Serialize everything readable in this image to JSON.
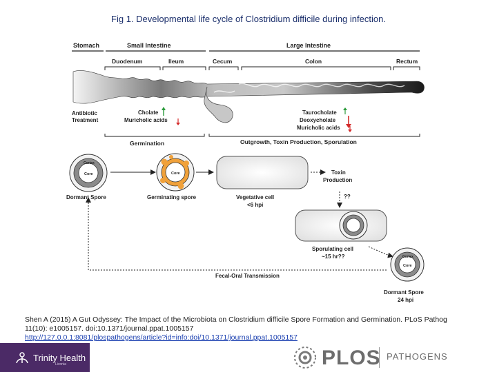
{
  "title": "Fig 1. Developmental life cycle of Clostridium difficile during infection.",
  "regions": {
    "stomach": "Stomach",
    "small_intestine": "Small Intestine",
    "large_intestine": "Large Intestine",
    "duodenum": "Duodenum",
    "ileum": "Ileum",
    "cecum": "Cecum",
    "colon": "Colon",
    "rectum": "Rectum"
  },
  "factors": {
    "antibiotic_line1": "Antibiotic",
    "antibiotic_line2": "Treatment",
    "cholate": "Cholate",
    "muricholic_small": "Muricholic acids",
    "taurocholate": "Taurocholate",
    "deoxycholate": "Deoxycholate",
    "muricholic_large": "Muricholic acids"
  },
  "stages": {
    "germination": "Germination",
    "outgrowth": "Outgrowth, Toxin Production, Sporulation"
  },
  "cells": {
    "cortex": "Cortex",
    "core": "Core",
    "dormant_spore": "Dormant Spore",
    "germinating_spore": "Germinating spore",
    "vegetative_line1": "Vegetative cell",
    "vegetative_line2": "<6 hpi",
    "toxin_line1": "Toxin",
    "toxin_line2": "Production",
    "unknown": "??",
    "sporulating_line1": "Sporulating cell",
    "sporulating_line2": "~15 hr??",
    "fecal_oral": "Fecal-Oral Transmission",
    "final_spore_line1": "Dormant Spore",
    "final_spore_line2": "24 hpi"
  },
  "caption": {
    "citation_line1": "Shen A (2015) A Gut Odyssey: The Impact of the Microbiota on Clostridium difficile Spore Formation and Germination. PLoS Pathog",
    "citation_line2": "11(10): e1005157. doi:10.1371/journal.ppat.1005157",
    "link": "http://127.0.0.1:8081/plospathogens/article?id=info:doi/10.1371/journal.ppat.1005157"
  },
  "footer": {
    "brand": "Trinity Health",
    "brand_sub": "Livonia",
    "plos": "PLOS",
    "pathogens": "PATHOGENS"
  },
  "colors": {
    "title": "#1a2e6b",
    "up_arrow": "#2a9a3a",
    "down_arrow": "#d42a2a",
    "germinating_orange": "#f0a13a",
    "footer_band": "#4b2a66"
  }
}
